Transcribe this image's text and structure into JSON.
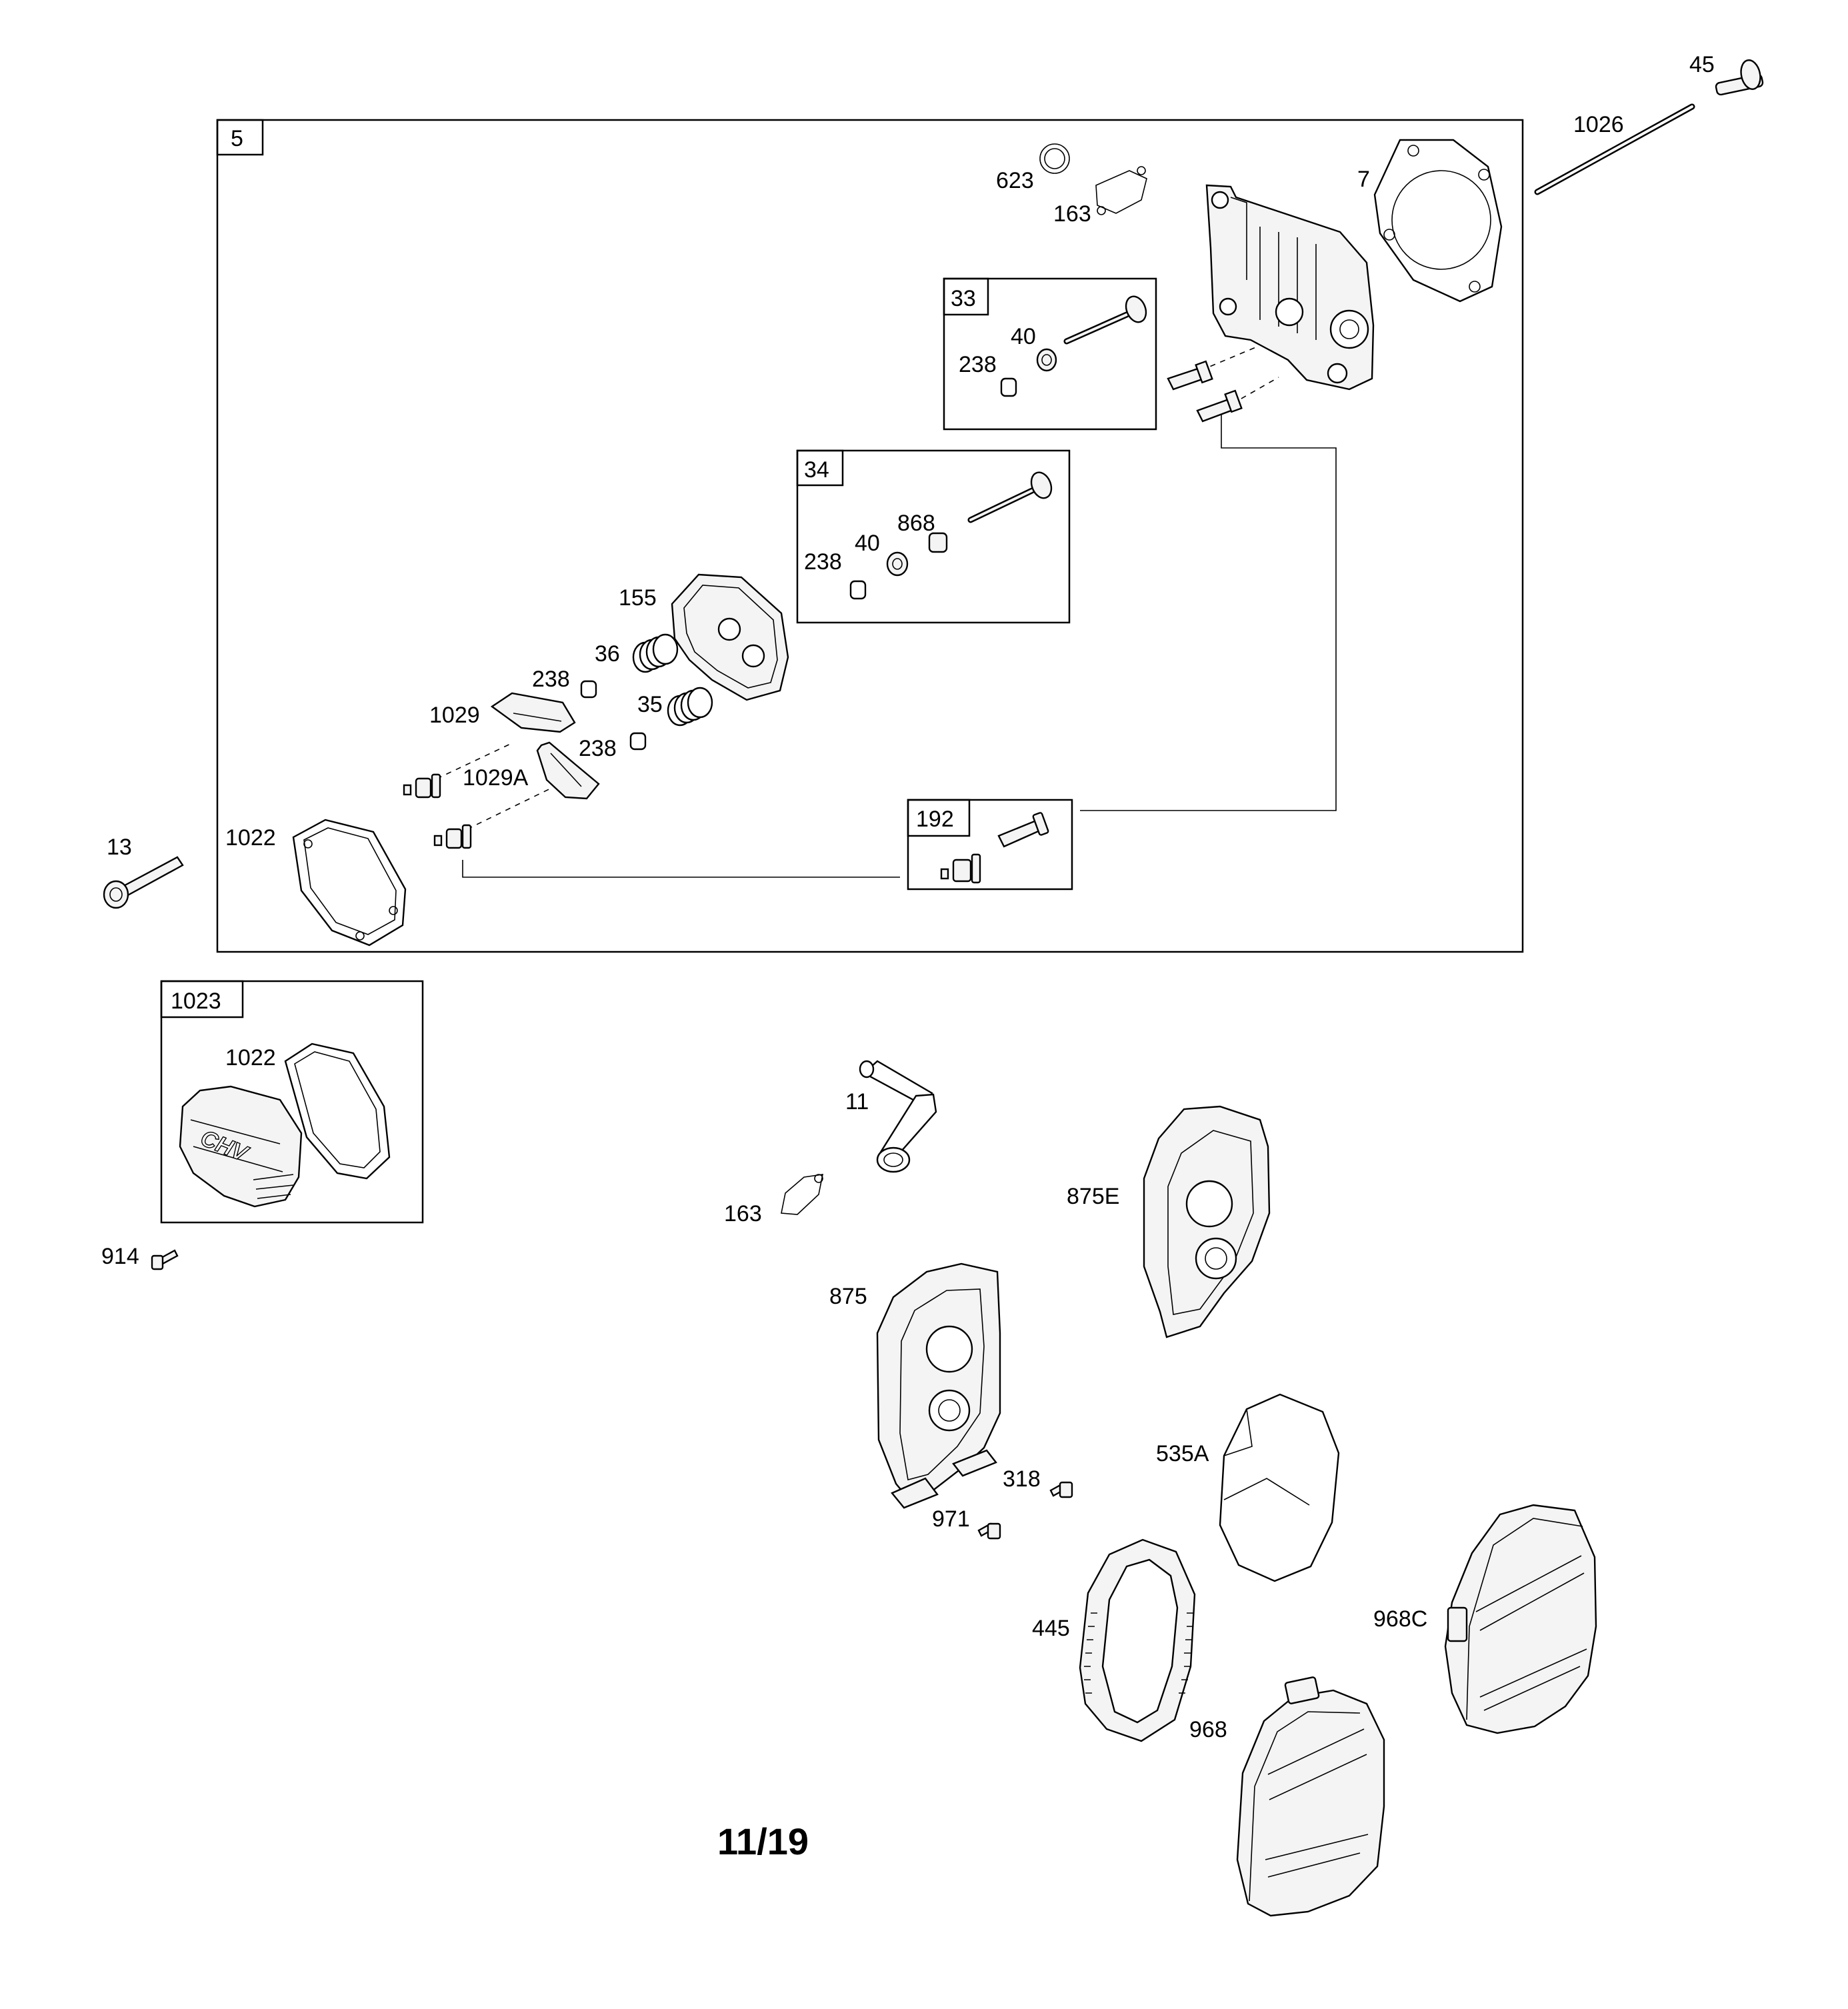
{
  "diagram": {
    "boxes": {
      "b5": "5",
      "b33": "33",
      "b34": "34",
      "b192": "192",
      "b1023": "1023"
    },
    "labels": {
      "p45": "45",
      "p1026": "1026",
      "p623": "623",
      "p163a": "163",
      "p7": "7",
      "p40a": "40",
      "p238a": "238",
      "p868": "868",
      "p40b": "40",
      "p238b": "238",
      "p155": "155",
      "p36": "36",
      "p238c": "238",
      "p35": "35",
      "p1029": "1029",
      "p238d": "238",
      "p1029a": "1029A",
      "p13": "13",
      "p1022a": "1022",
      "p1022b": "1022",
      "p914": "914",
      "p11": "11",
      "p163b": "163",
      "p875e": "875E",
      "p875": "875",
      "p535a": "535A",
      "p318": "318",
      "p971": "971",
      "p445": "445",
      "p968c": "968C",
      "p968": "968"
    },
    "cover_logo": "CHV",
    "page_number": "11/19"
  }
}
